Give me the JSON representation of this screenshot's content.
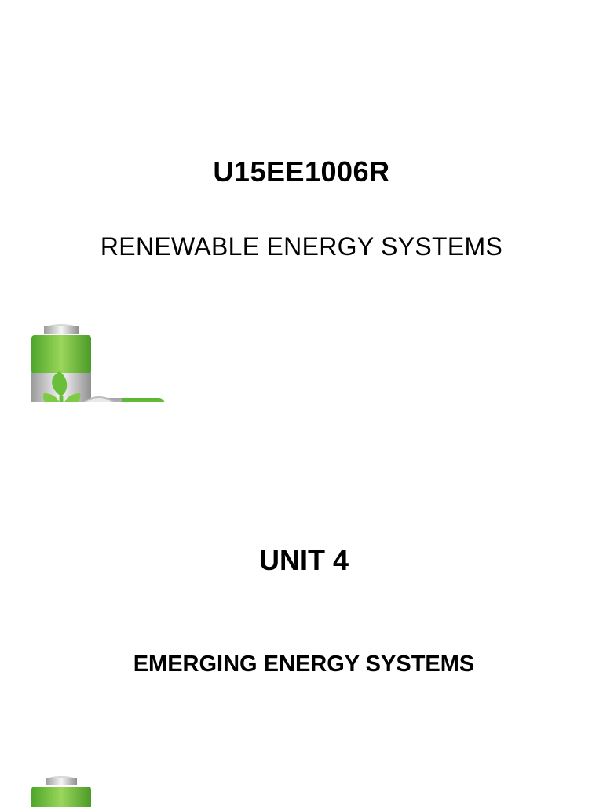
{
  "slides": [
    {
      "course_code": "U15EE1006R",
      "course_name": "RENEWABLE ENERGY SYSTEMS"
    },
    {
      "unit": "UNIT 4",
      "unit_title": "EMERGING ENERGY SYSTEMS"
    }
  ],
  "colors": {
    "accent_green": "#6abf3a",
    "light_green": "#a6d96a",
    "silver": "#c9c9c9"
  },
  "icons": [
    "battery-leaf-icon",
    "battery-lying-icon"
  ]
}
